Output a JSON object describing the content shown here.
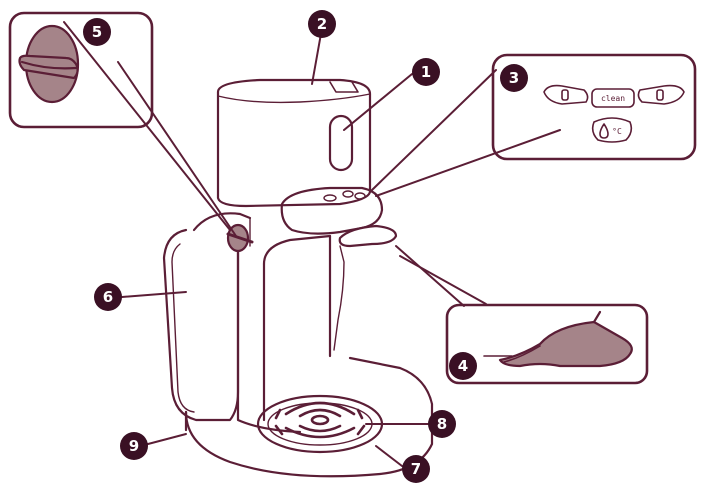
{
  "colors": {
    "outline": "#5b1e36",
    "fill": "#ffffff",
    "accent_fill": "#a58489",
    "badge": "#3a1024"
  },
  "callouts": [
    {
      "id": 1,
      "label": "1"
    },
    {
      "id": 2,
      "label": "2"
    },
    {
      "id": 3,
      "label": "3"
    },
    {
      "id": 4,
      "label": "4"
    },
    {
      "id": 5,
      "label": "5"
    },
    {
      "id": 6,
      "label": "6"
    },
    {
      "id": 7,
      "label": "7"
    },
    {
      "id": 8,
      "label": "8"
    },
    {
      "id": 9,
      "label": "9"
    }
  ],
  "control_panel": {
    "clean_label": "clean",
    "temp_label": "°C"
  },
  "icons": [
    "dial-icon",
    "bottle-icon",
    "clean-button-icon",
    "water-drop-icon"
  ]
}
